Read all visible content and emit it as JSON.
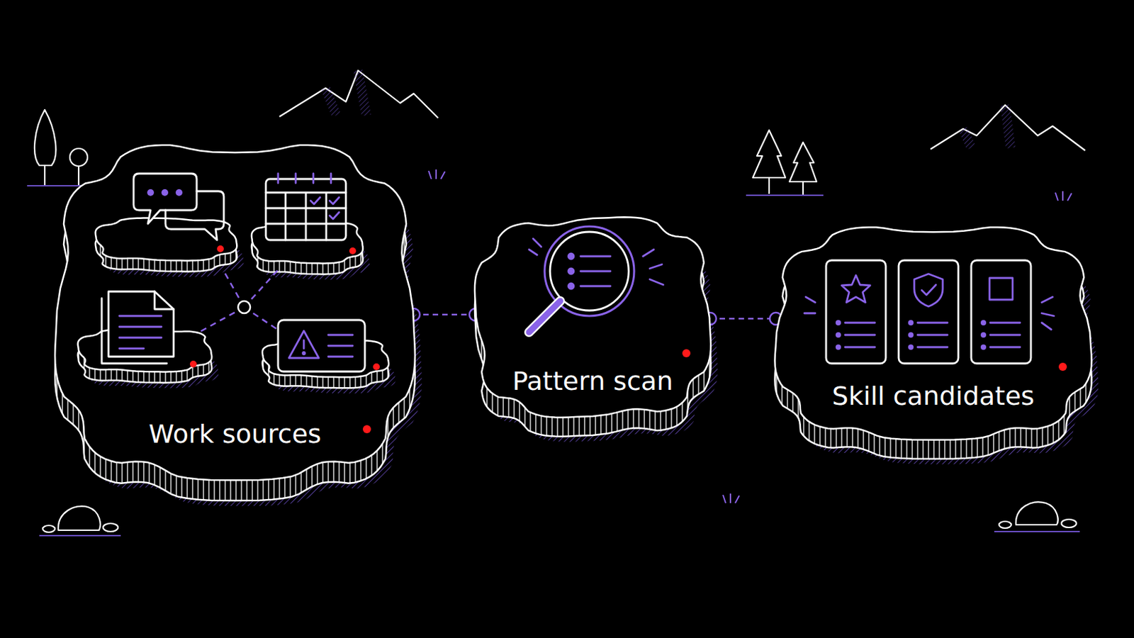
{
  "diagram": {
    "nodes": [
      {
        "text": [
          "Work sources"
        ]
      },
      {
        "text": [
          "Pattern scan"
        ]
      },
      {
        "text": [
          "Skill candidates"
        ]
      }
    ],
    "edges": [
      {
        "from": 0,
        "to": 1,
        "arrow": "none"
      },
      {
        "from": 1,
        "to": 2,
        "arrow": "none"
      }
    ]
  }
}
